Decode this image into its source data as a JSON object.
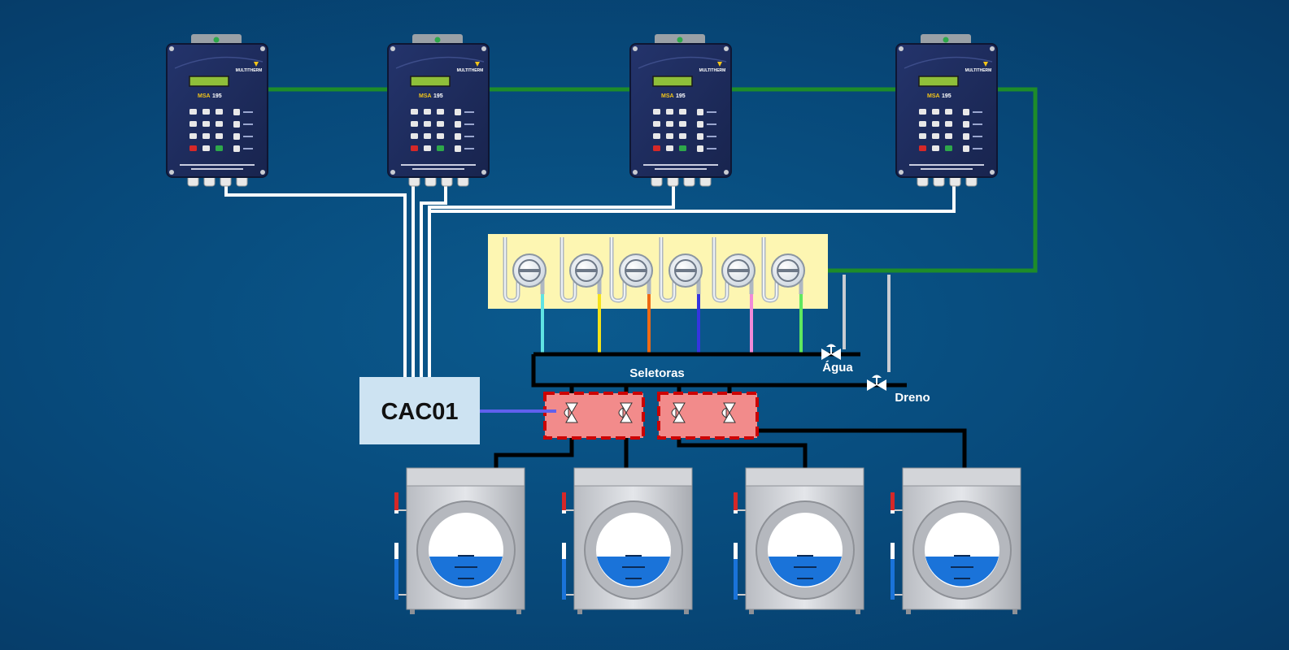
{
  "colors": {
    "background": "#07497a",
    "comm_line": "#1e8c2a",
    "signal_wire": "#ffffff",
    "pipe": "#000000",
    "selector_block": "#f28b8b",
    "selector_border": "#cc0000",
    "pump_panel": "#fdf6b2",
    "cac_box": "#cde3f2",
    "cac_link": "#6060ee",
    "water": "#1a73d9",
    "dispenser_body": "#1d2a5c"
  },
  "dispensers": [
    {
      "brand": "MULTITHERM",
      "model_prefix": "MSA",
      "model_number": "195"
    },
    {
      "brand": "MULTITHERM",
      "model_prefix": "MSA",
      "model_number": "195"
    },
    {
      "brand": "MULTITHERM",
      "model_prefix": "MSA",
      "model_number": "195"
    },
    {
      "brand": "MULTITHERM",
      "model_prefix": "MSA",
      "model_number": "195"
    }
  ],
  "controller": {
    "label": "CAC01"
  },
  "manifold": {
    "label": "Seletoras"
  },
  "valves": {
    "water_label": "Água",
    "drain_label": "Dreno"
  },
  "pump_tube_colors": [
    "#5fe3e3",
    "#f5e21a",
    "#ee6a14",
    "#3535e0",
    "#f08ad8",
    "#5fe85f"
  ],
  "washers_count": 4
}
